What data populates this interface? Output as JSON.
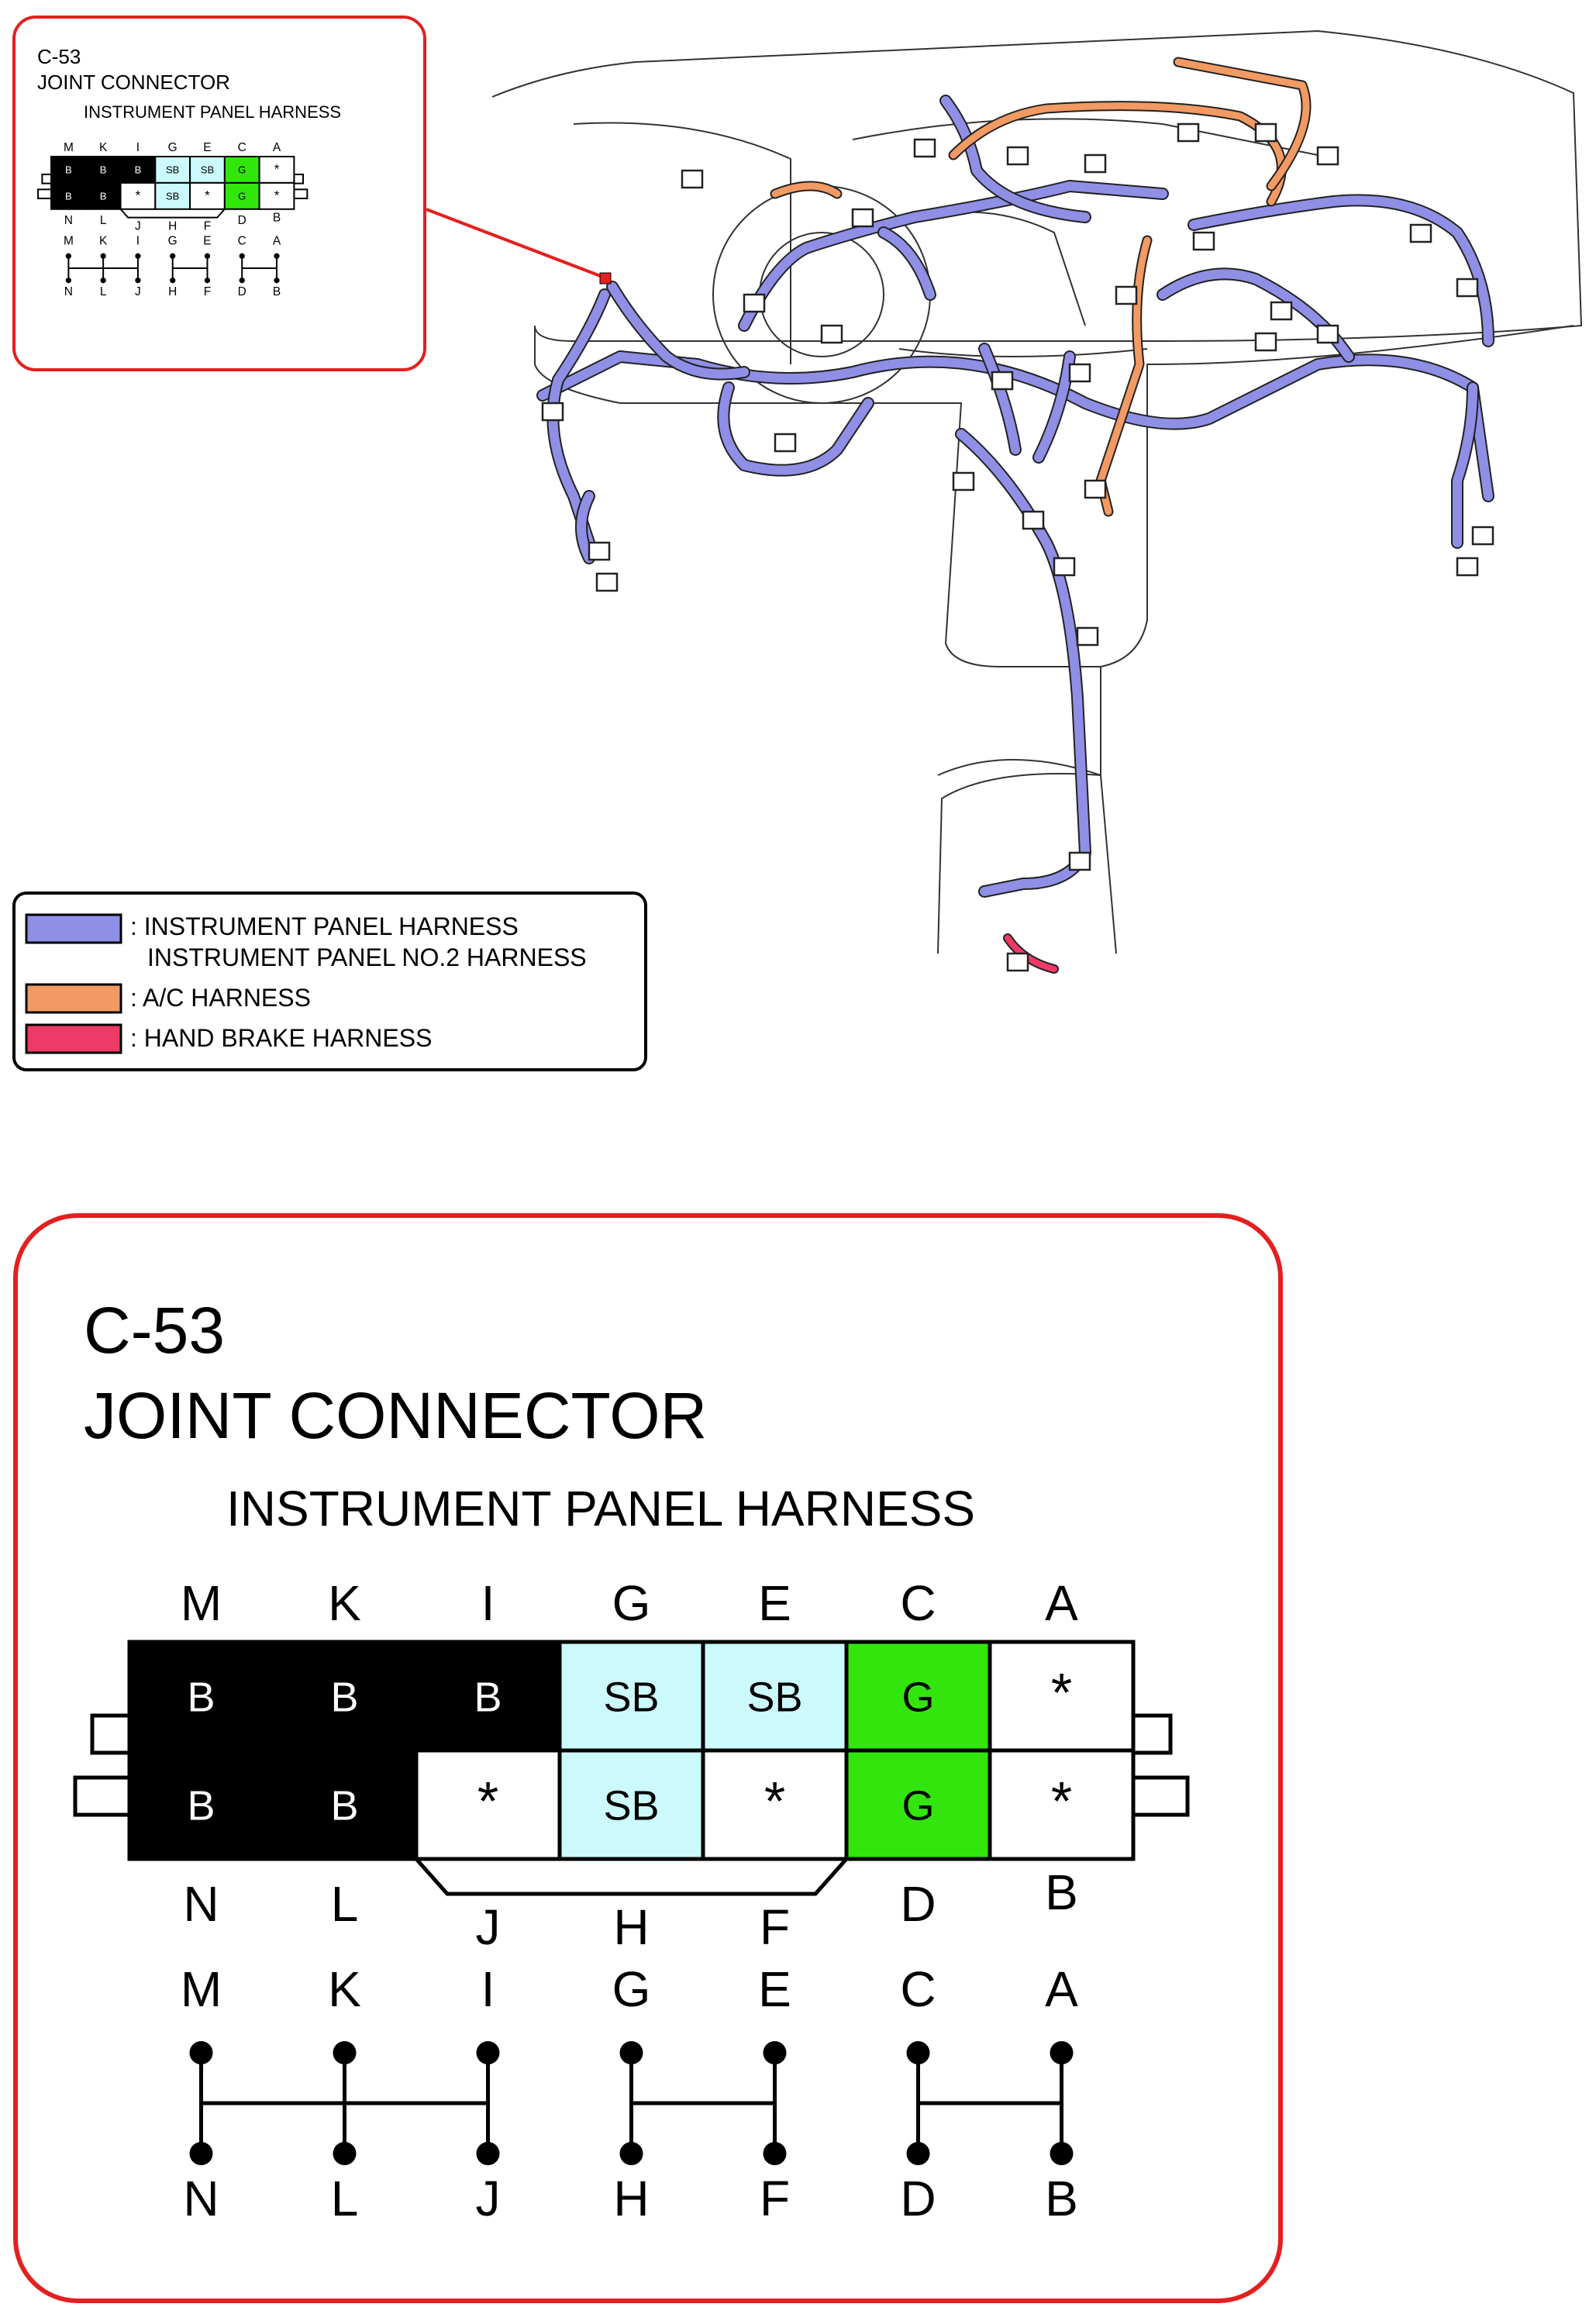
{
  "connector": {
    "id": "C-53",
    "name": "JOINT CONNECTOR",
    "harness": "INSTRUMENT PANEL HARNESS",
    "top_letters": [
      "M",
      "K",
      "I",
      "G",
      "E",
      "C",
      "A"
    ],
    "bottom_letters": [
      "N",
      "L",
      "J",
      "H",
      "F",
      "D",
      "B"
    ],
    "top_row": [
      "B",
      "B",
      "B",
      "SB",
      "SB",
      "G",
      "*"
    ],
    "bottom_row": [
      "B",
      "B",
      "*",
      "SB",
      "*",
      "G",
      "*"
    ],
    "bridges": [
      [
        "M",
        "K",
        "I",
        "N",
        "L",
        "J"
      ],
      [
        "G",
        "E",
        "H",
        "F"
      ],
      [
        "C",
        "A",
        "D",
        "B"
      ]
    ]
  },
  "legend": [
    {
      "label": ": INSTRUMENT PANEL HARNESS",
      "label2": "INSTRUMENT PANEL NO.2 HARNESS",
      "color": "#8f8fe6"
    },
    {
      "label": ": A/C HARNESS",
      "color": "#f29a63"
    },
    {
      "label": ": HAND BRAKE HARNESS",
      "color": "#ee3a66"
    }
  ],
  "colors": {
    "frame": "#e41f1f",
    "B": "#000000",
    "SB": "#ccf9fb",
    "G": "#32e60d",
    "empty": "#ffffff",
    "ip": "#8f8fe6",
    "ac": "#f29a63",
    "hb": "#ee3a66"
  }
}
